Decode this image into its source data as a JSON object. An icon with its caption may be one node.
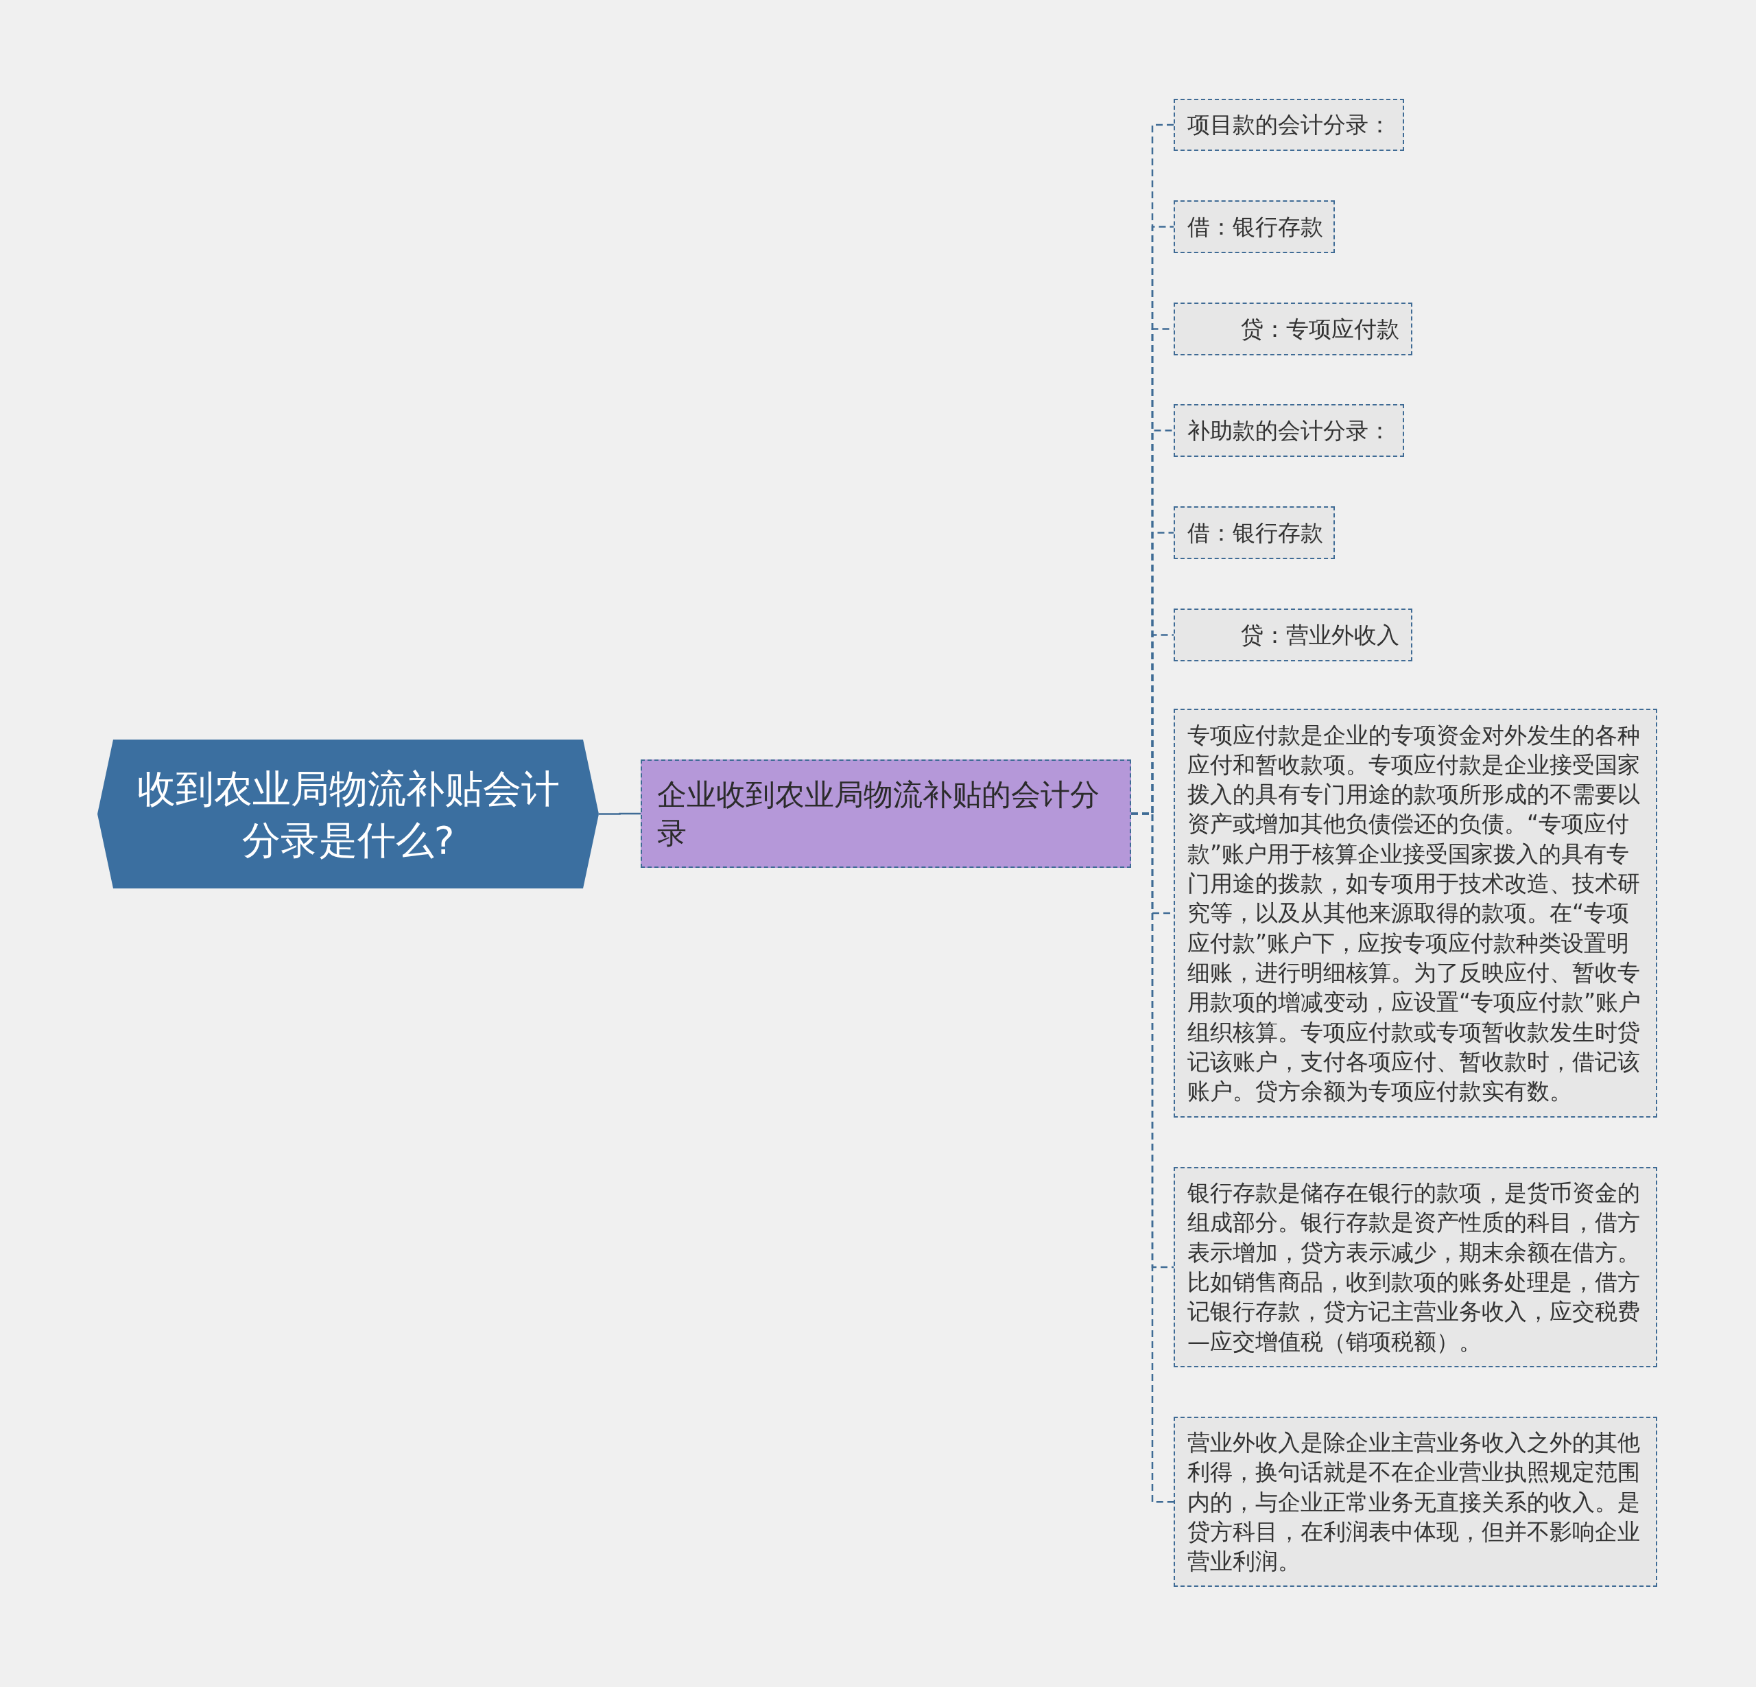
{
  "diagram": {
    "nodes": [
      {
        "text": [
          "收到农业局物流补贴会计分录是什么?"
        ]
      },
      {
        "text": [
          "企业收到农业局物流补贴的会计分录"
        ]
      },
      {
        "text": [
          "项目款的会计分录："
        ]
      },
      {
        "text": [
          "借：银行存款"
        ]
      },
      {
        "text": [
          "贷：专项应付款"
        ]
      },
      {
        "text": [
          "补助款的会计分录："
        ]
      },
      {
        "text": [
          "借：银行存款"
        ]
      },
      {
        "text": [
          "贷：营业外收入"
        ]
      },
      {
        "text": [
          "专项应付款是企业的专项资金对外发生的各种应付和暂收款项。专项应付款是企业接受国家拨入的具有专门用途的款项所形成的不需要以资产或增加其他负债偿还的负债。“专项应付款”账户用于核算企业接受国家拨入的具有专门用途的拨款，如专项用于技术改造、技术研究等，以及从其他来源取得的款项。在“专项应付款”账户下，应按专项应付款种类设置明细账，进行明细核算。为了反映应付、暂收专用款项的增减变动，应设置“专项应付款”账户组织核算。专项应付款或专项暂收款发生时贷记该账户，支付各项应付、暂收款时，借记该账户。贷方余额为专项应付款实有数。"
        ]
      },
      {
        "text": [
          "银行存款是储存在银行的款项，是货币资金的组成部分。银行存款是资产性质的科目，借方表示增加，贷方表示减少，期末余额在借方。比如销售商品，收到款项的账务处理是，借方记银行存款，贷方记主营业务收入，应交税费—应交增值税（销项税额）。"
        ]
      },
      {
        "text": [
          "营业外收入是除企业主营业务收入之外的其他利得，换句话就是不在企业营业执照规定范围内的，与企业正常业务无直接关系的收入。是贷方科目，在利润表中体现，但并不影响企业营业利润。"
        ]
      }
    ],
    "edges": [
      {
        "from": 0,
        "to": 1,
        "arrow": "none"
      },
      {
        "from": 1,
        "to": 2,
        "arrow": "none",
        "style": "dashed"
      },
      {
        "from": 1,
        "to": 3,
        "arrow": "none",
        "style": "dashed"
      },
      {
        "from": 1,
        "to": 4,
        "arrow": "none",
        "style": "dashed"
      },
      {
        "from": 1,
        "to": 5,
        "arrow": "none",
        "style": "dashed"
      },
      {
        "from": 1,
        "to": 6,
        "arrow": "none",
        "style": "dashed"
      },
      {
        "from": 1,
        "to": 7,
        "arrow": "none",
        "style": "dashed"
      },
      {
        "from": 1,
        "to": 8,
        "arrow": "none",
        "style": "dashed"
      },
      {
        "from": 1,
        "to": 9,
        "arrow": "none",
        "style": "dashed"
      },
      {
        "from": 1,
        "to": 10,
        "arrow": "none",
        "style": "dashed"
      }
    ]
  }
}
